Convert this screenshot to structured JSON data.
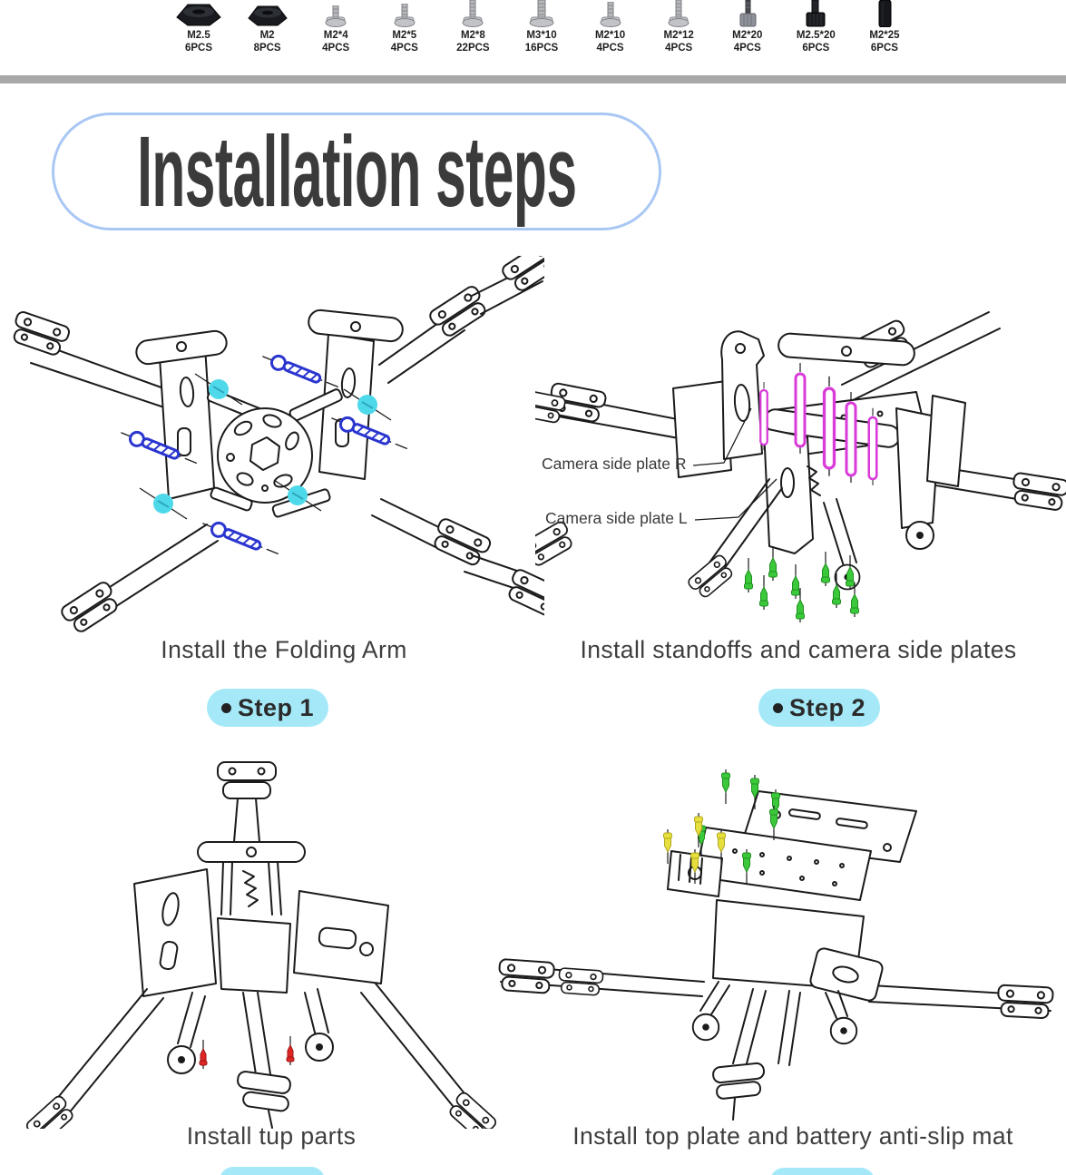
{
  "page": {
    "background": "#ffffff"
  },
  "hardware_strip": {
    "items": [
      {
        "size": "M2.5",
        "qty": "6PCS",
        "icon": "hex-nut-black"
      },
      {
        "size": "M2",
        "qty": "8PCS",
        "icon": "hex-nut-black"
      },
      {
        "size": "M2*4",
        "qty": "4PCS",
        "icon": "pan-screw-silver"
      },
      {
        "size": "M2*5",
        "qty": "4PCS",
        "icon": "pan-screw-silver"
      },
      {
        "size": "M2*8",
        "qty": "22PCS",
        "icon": "pan-screw-silver"
      },
      {
        "size": "M3*10",
        "qty": "16PCS",
        "icon": "pan-screw-silver"
      },
      {
        "size": "M2*10",
        "qty": "4PCS",
        "icon": "pan-screw-silver"
      },
      {
        "size": "M2*12",
        "qty": "4PCS",
        "icon": "pan-screw-silver"
      },
      {
        "size": "M2*20",
        "qty": "4PCS",
        "icon": "socket-screw-gray"
      },
      {
        "size": "M2.5*20",
        "qty": "6PCS",
        "icon": "cap-screw-black"
      },
      {
        "size": "M2*25",
        "qty": "6PCS",
        "icon": "standoff-black"
      }
    ]
  },
  "title": {
    "text": "Installation steps"
  },
  "steps": [
    {
      "caption": "Install the Folding Arm",
      "badge_label": "Step 1",
      "badge_visible": true,
      "illustration_alt": "Exploded line drawing of X frame with four folding arms, blue screws and cyan hole markers"
    },
    {
      "caption": "Install standoffs and camera side plates",
      "badge_label": "Step 2",
      "badge_visible": true,
      "annotations": [
        {
          "text": "Camera side plate R"
        },
        {
          "text": "Camera side plate L"
        }
      ],
      "illustration_alt": "Frame with magenta standoffs above center and green screws inserted from below"
    },
    {
      "caption": "Install tup parts",
      "badge_label": "",
      "badge_visible": false,
      "illustration_alt": "Frame standing on folded legs with two red screws at bottom"
    },
    {
      "caption": "Install top plate and battery anti-slip mat",
      "badge_label": "",
      "badge_visible": false,
      "illustration_alt": "Frame with arms extended, top plate above fastened by green and yellow screws"
    }
  ],
  "colors": {
    "divider": "#a8a8a8",
    "title_border": "#a9c7f4",
    "badge_bg": "#a5e9f9",
    "text_dark": "#3b3b3b",
    "screw_blue": "#2a35cf",
    "marker_cyan": "#4ed9ea",
    "standoff_magenta": "#d93ad9",
    "screw_green": "#3bc93b",
    "screw_yellow": "#e6df3e",
    "screw_red": "#e02525"
  }
}
